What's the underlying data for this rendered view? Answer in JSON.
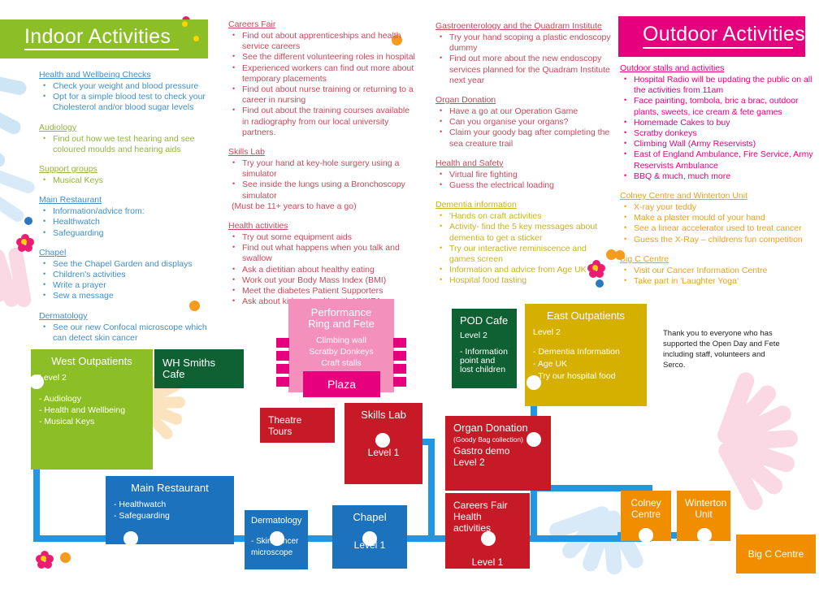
{
  "headers": {
    "indoor": "Indoor Activities",
    "outdoor": "Outdoor Activities"
  },
  "column_left": [
    {
      "title": "Health  and Wellbeing Checks",
      "items": [
        "Check your weight and blood pressure",
        "Opt for a simple blood test to check your Cholesterol and/or blood sugar levels"
      ]
    },
    {
      "title": "Audiology",
      "items": [
        "Find out how we test hearing and see coloured moulds and hearing aids"
      ]
    },
    {
      "title": "Support groups",
      "items": [
        "Musical Keys"
      ]
    },
    {
      "title": "Main Restaurant",
      "items": [
        "Information/advice from:",
        "Healthwatch",
        "Safeguarding"
      ]
    },
    {
      "title": "Chapel",
      "items": [
        "See the Chapel Garden and displays",
        "Children's activities",
        "Write a prayer",
        "Sew a message"
      ]
    },
    {
      "title": "Dermatology",
      "items": [
        "See our new Confocal microscope which can detect skin cancer"
      ]
    }
  ],
  "column_mid": [
    {
      "title": "Careers Fair ",
      "items": [
        "Find out about apprenticeships and health service careers",
        "See the different volunteering roles in hospital",
        "Experienced workers can find out more about temporary placements",
        "Find out about nurse training or returning to a career in nursing",
        "Find out about the training courses available in radiography from our local university partners."
      ]
    },
    {
      "title": "Skills Lab",
      "items": [
        "Try your hand at key-hole surgery using a simulator",
        "See inside the lungs using a Bronchoscopy simulator"
      ],
      "note": "(Must be 11+ years to have a go)"
    },
    {
      "title": "Health activities",
      "items": [
        "Try out some equipment aids",
        "Find out what happens when you talk and swallow",
        "Ask a dietitian about healthy eating",
        "Work out your Body Mass Index (BMI)",
        "Meet the diabetes Patient Supporters",
        "Ask about kidney health with UNKPA"
      ]
    }
  ],
  "column_mid2": [
    {
      "title": "Gastroenterology and the Quadram Institute",
      "items": [
        "Try your hand scoping a plastic endoscopy dummy",
        "Find out more about the new endoscopy services planned for the Quadram Institute next year"
      ]
    },
    {
      "title": "Organ Donation",
      "items": [
        "Have a go at our Operation Game",
        "Can you organise your organs?",
        "Claim your goody bag after completing the sea creature  trail"
      ]
    },
    {
      "title": "Health and Safety",
      "items": [
        "Virtual fire fighting",
        "Guess the electrical loading"
      ]
    },
    {
      "title": "Dementia information",
      "items": [
        "'Hands on craft activities",
        "Activity- find the 5 key messages about dementia to get a sticker",
        "Try our interactive reminiscence and games screen",
        "Information and advice from Age UK",
        "Hospital food tasting"
      ]
    }
  ],
  "column_right": [
    {
      "title": "Outdoor stalls and activities",
      "items": [
        "Hospital Radio will be updating the public on all the activities from 11am",
        "Face painting, tombola, bric a brac, outdoor plants, sweets, ice cream & fete games",
        "Homemade Cakes to buy",
        "Scratby donkeys",
        "Climbing Wall (Army Reservists)",
        "East of England Ambulance, Fire Service, Army Reservists Ambulance",
        " BBQ & much, much more"
      ]
    },
    {
      "title": "Colney Centre and Winterton Unit",
      "items": [
        "X-ray your teddy",
        "Make a plaster mould of your hand",
        "See a linear accelerator used to treat cancer",
        "Guess the X-Ray – childrens fun competition"
      ]
    },
    {
      "title": "Big C Centre",
      "items": [
        "Visit our Cancer Information Centre",
        "Take part in 'Laughter Yoga'"
      ]
    }
  ],
  "map": {
    "west_outpatients": {
      "title": "West Outpatients",
      "level": "Level 2",
      "lines": [
        "- Audiology",
        "- Health and Wellbeing",
        "- Musical Keys"
      ]
    },
    "wh_smiths": {
      "title": "WH Smiths Cafe"
    },
    "performance": {
      "title": "Performance\nRing and Fete",
      "lines": [
        "Climbing wall",
        "Scratby Donkeys",
        "Craft stalls"
      ]
    },
    "plaza": {
      "title": "Plaza"
    },
    "pod_cafe": {
      "title": "POD Cafe",
      "level": "Level 2",
      "lines": [
        "- Information",
        "point and",
        "lost children"
      ]
    },
    "east_outpatients": {
      "title": "East Outpatients",
      "level": "Level 2",
      "lines": [
        "- Dementia Information",
        "- Age UK",
        "- Try our hospital food"
      ]
    },
    "theatre_tours": {
      "title": "Theatre Tours"
    },
    "skills_lab": {
      "title": "Skills Lab",
      "level": "Level 1"
    },
    "organ_donation": {
      "title": "Organ Donation",
      "sub": "(Goody Bag collection)",
      "line2": "Gastro demo",
      "level": "Level 2"
    },
    "main_restaurant": {
      "title": "Main Restaurant",
      "lines": [
        "- Healthwatch",
        "- Safeguarding"
      ]
    },
    "dermatology": {
      "title": "Dermatology",
      "lines": [
        "- Skin cancer",
        "microscope"
      ]
    },
    "chapel": {
      "title": "Chapel",
      "level": "Level 1"
    },
    "careers_fair": {
      "title": "Careers Fair",
      "line2": "Health activities",
      "level": "Level 1"
    },
    "colney_centre": {
      "title": "Colney\nCentre"
    },
    "winterton_unit": {
      "title": "Winterton\nUnit"
    },
    "big_c_centre": {
      "title": "Big C Centre"
    }
  },
  "thanks": "Thank you to everyone who has supported the Open Day and Fete including staff, volunteers and Serco.",
  "colors": {
    "green": "#8cbf26",
    "pink": "#e6007e",
    "blue_line": "#2196e3",
    "red": "#c61a27",
    "gold": "#d6b000",
    "orange": "#f18e00",
    "dark_green": "#0f6033"
  }
}
